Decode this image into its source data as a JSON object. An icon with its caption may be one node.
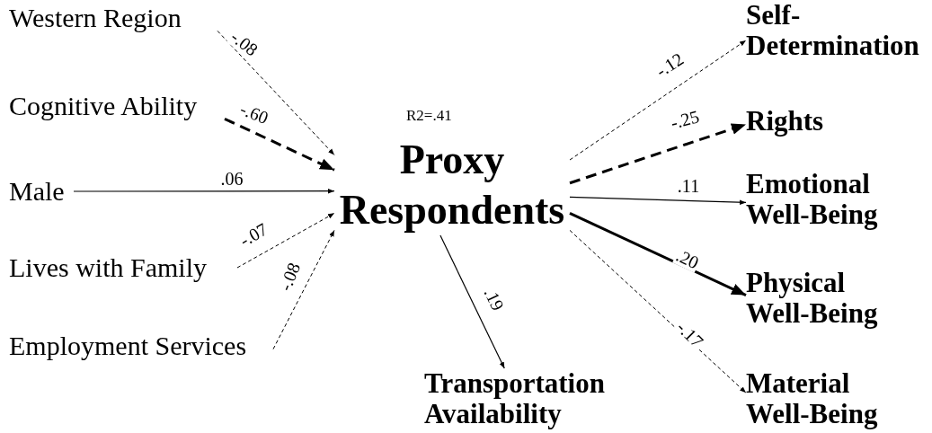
{
  "diagram": {
    "nodes": [
      {
        "text": [
          "Western Region"
        ]
      },
      {
        "text": [
          "Cognitive Ability"
        ]
      },
      {
        "text": [
          "Male"
        ]
      },
      {
        "text": [
          "Lives with Family"
        ]
      },
      {
        "text": [
          "Employment Services"
        ]
      },
      {
        "text": [
          "Proxy Respondents"
        ]
      },
      {
        "text": [
          "Self- Determination"
        ]
      },
      {
        "text": [
          "Rights"
        ]
      },
      {
        "text": [
          "Emotional Well-Being"
        ]
      },
      {
        "text": [
          "Physical Well-Being"
        ]
      },
      {
        "text": [
          "Material Well-Being"
        ]
      },
      {
        "text": [
          "Transportation Availability"
        ]
      }
    ],
    "edges": [
      {
        "from": 0,
        "to": 5,
        "arrow": "to",
        "label": "-.08",
        "style": "dashed"
      },
      {
        "from": 1,
        "to": 5,
        "arrow": "to",
        "label": "-.60",
        "style": "dashed"
      },
      {
        "from": 2,
        "to": 5,
        "arrow": "to",
        "label": ".06"
      },
      {
        "from": 3,
        "to": 5,
        "arrow": "to",
        "label": "-.07",
        "style": "dashed"
      },
      {
        "from": 4,
        "to": 5,
        "arrow": "to",
        "label": "-.08",
        "style": "dashed"
      },
      {
        "from": 5,
        "to": 6,
        "arrow": "to",
        "label": "-.12",
        "style": "dashed"
      },
      {
        "from": 5,
        "to": 7,
        "arrow": "to",
        "label": "-.25",
        "style": "dashed"
      },
      {
        "from": 5,
        "to": 8,
        "arrow": "to",
        "label": ".11"
      },
      {
        "from": 5,
        "to": 9,
        "arrow": "to",
        "label": ".20",
        "style": "thick"
      },
      {
        "from": 5,
        "to": 10,
        "arrow": "to",
        "label": "-.17",
        "style": "dashed"
      },
      {
        "from": 5,
        "to": 11,
        "arrow": "to",
        "label": ".19"
      }
    ],
    "labels": [
      "R2=.41"
    ]
  }
}
